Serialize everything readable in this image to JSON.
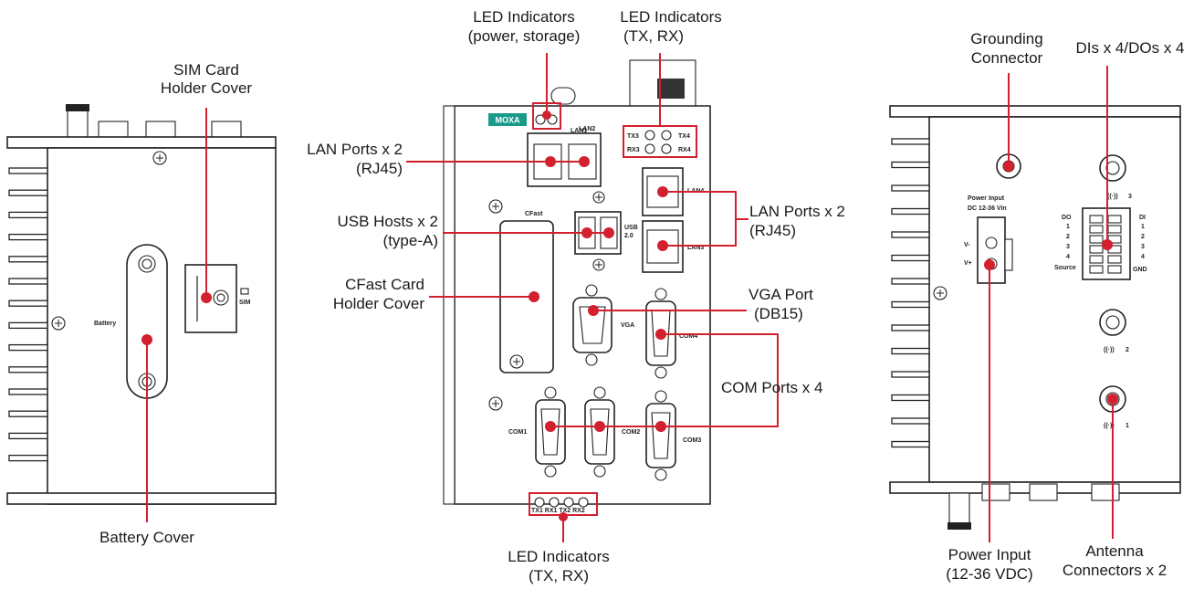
{
  "colors": {
    "callout": "#d2202f",
    "outline": "#222222",
    "brand": "#1a9a8a"
  },
  "callouts": {
    "sim_cover": [
      "SIM Card",
      "Holder Cover"
    ],
    "battery_cover": "Battery Cover",
    "led_power_storage": [
      "LED Indicators",
      "(power, storage)"
    ],
    "led_tx_rx_top": [
      "LED Indicators",
      "(TX, RX)"
    ],
    "lan_left": [
      "LAN Ports x 2",
      "(RJ45)"
    ],
    "usb": [
      "USB Hosts x 2",
      "(type-A)"
    ],
    "cfast": [
      "CFast Card",
      "Holder Cover"
    ],
    "lan_right": [
      "LAN Ports x 2",
      "(RJ45)"
    ],
    "vga": [
      "VGA Port",
      "(DB15)"
    ],
    "com": "COM Ports x 4",
    "led_tx_rx_bottom": [
      "LED Indicators",
      "(TX, RX)"
    ],
    "grounding": [
      "Grounding",
      "Connector"
    ],
    "dio": "DIs x 4/DOs x 4",
    "power_input": [
      "Power Input",
      "(12-36 VDC)"
    ],
    "antenna": [
      "Antenna",
      "Connectors x 2"
    ]
  },
  "labels": {
    "battery": "Battery",
    "sim": "SIM",
    "brand": "MOXA",
    "lan1": "LAN1",
    "lan2": "LAN2",
    "lan3": "LAN3",
    "lan4": "LAN4",
    "tx3": "TX3",
    "tx4": "TX4",
    "rx3": "RX3",
    "rx4": "RX4",
    "cfast": "CFast",
    "usb": [
      "USB",
      "2.0"
    ],
    "vga": "VGA",
    "com1": "COM1",
    "com2": "COM2",
    "com3": "COM3",
    "com4": "COM4",
    "tx_rx_bottom": "TX1 RX1 TX2 RX2",
    "power_input": [
      "Power Input",
      "DC 12-36 Vin"
    ],
    "vminus": "V-",
    "vplus": "V+",
    "do": "DO",
    "di": "DI",
    "do_nums": [
      "1",
      "2",
      "3",
      "4"
    ],
    "di_nums": [
      "1",
      "2",
      "3",
      "4"
    ],
    "source": "Source",
    "gnd": "GND",
    "ant3": "3",
    "ant2": "2",
    "ant1": "1"
  }
}
